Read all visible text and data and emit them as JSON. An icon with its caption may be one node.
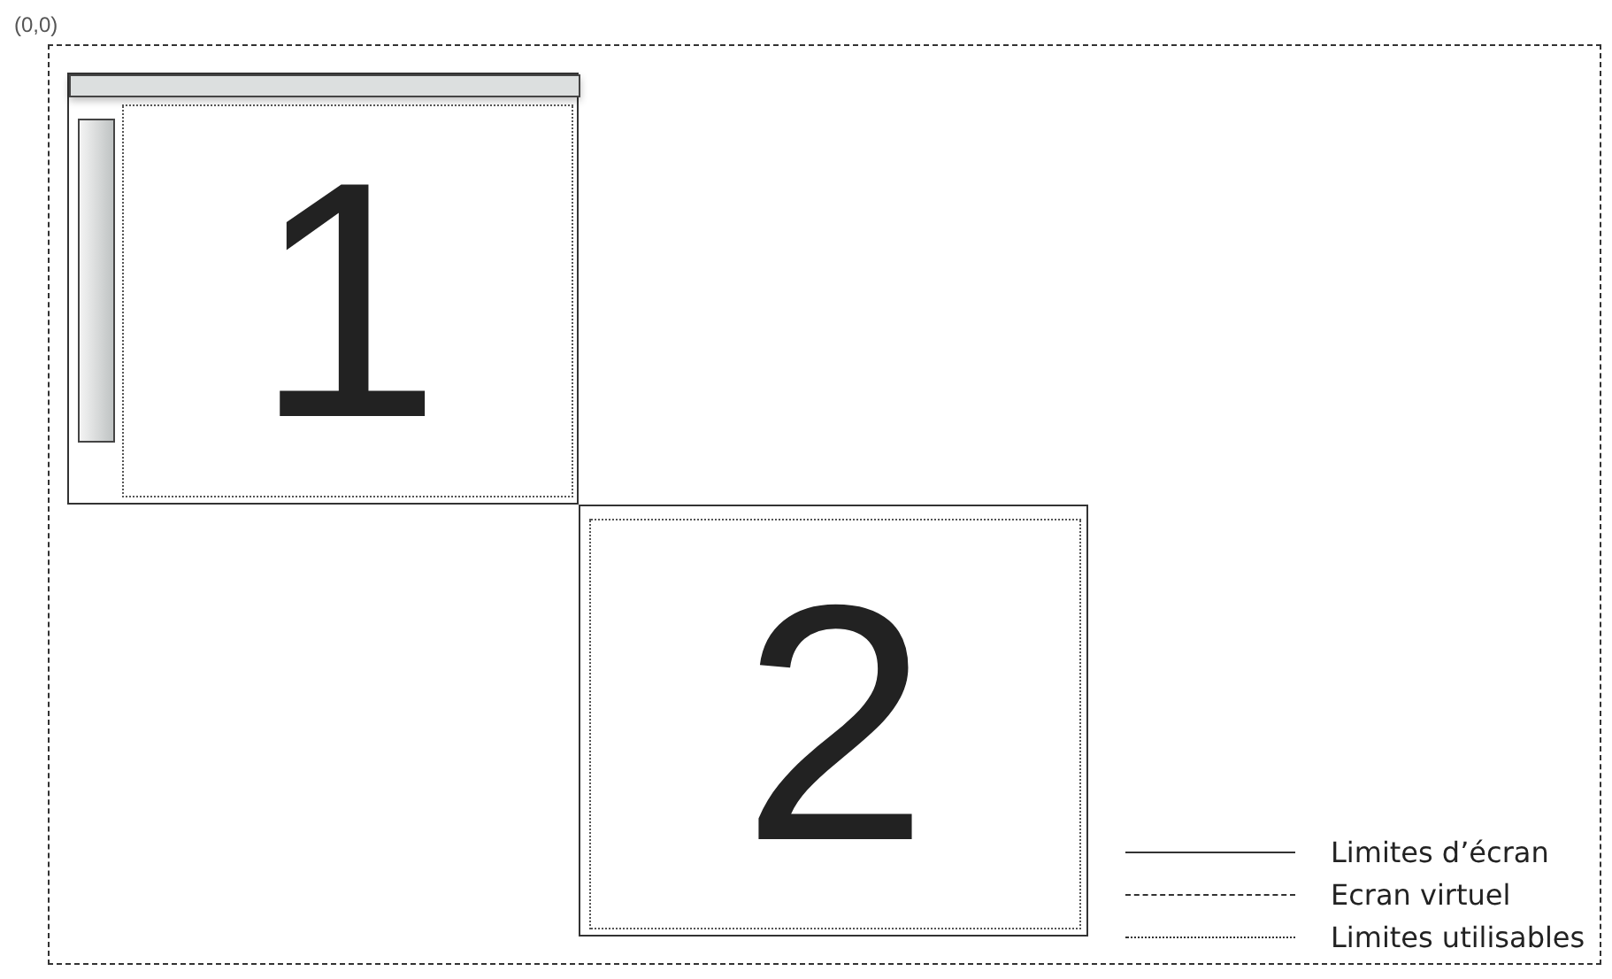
{
  "diagram": {
    "nodes": [
      {
        "text": [],
        "shape": "box"
      },
      {
        "text": [],
        "shape": "box",
        "in": 0
      },
      {
        "text": [],
        "shape": "bar",
        "in": 1
      },
      {
        "text": [],
        "shape": "bar",
        "in": 1
      },
      {
        "text": [
          "1"
        ],
        "in": 1
      },
      {
        "text": [],
        "shape": "box",
        "in": 0
      },
      {
        "text": [
          "2"
        ],
        "in": 5
      }
    ],
    "labels": [
      "(0,0)"
    ],
    "legend": [
      {
        "text": "Limites d’écran"
      },
      {
        "text": "Ecran virtuel"
      },
      {
        "text": "Limites utilisables"
      }
    ]
  }
}
